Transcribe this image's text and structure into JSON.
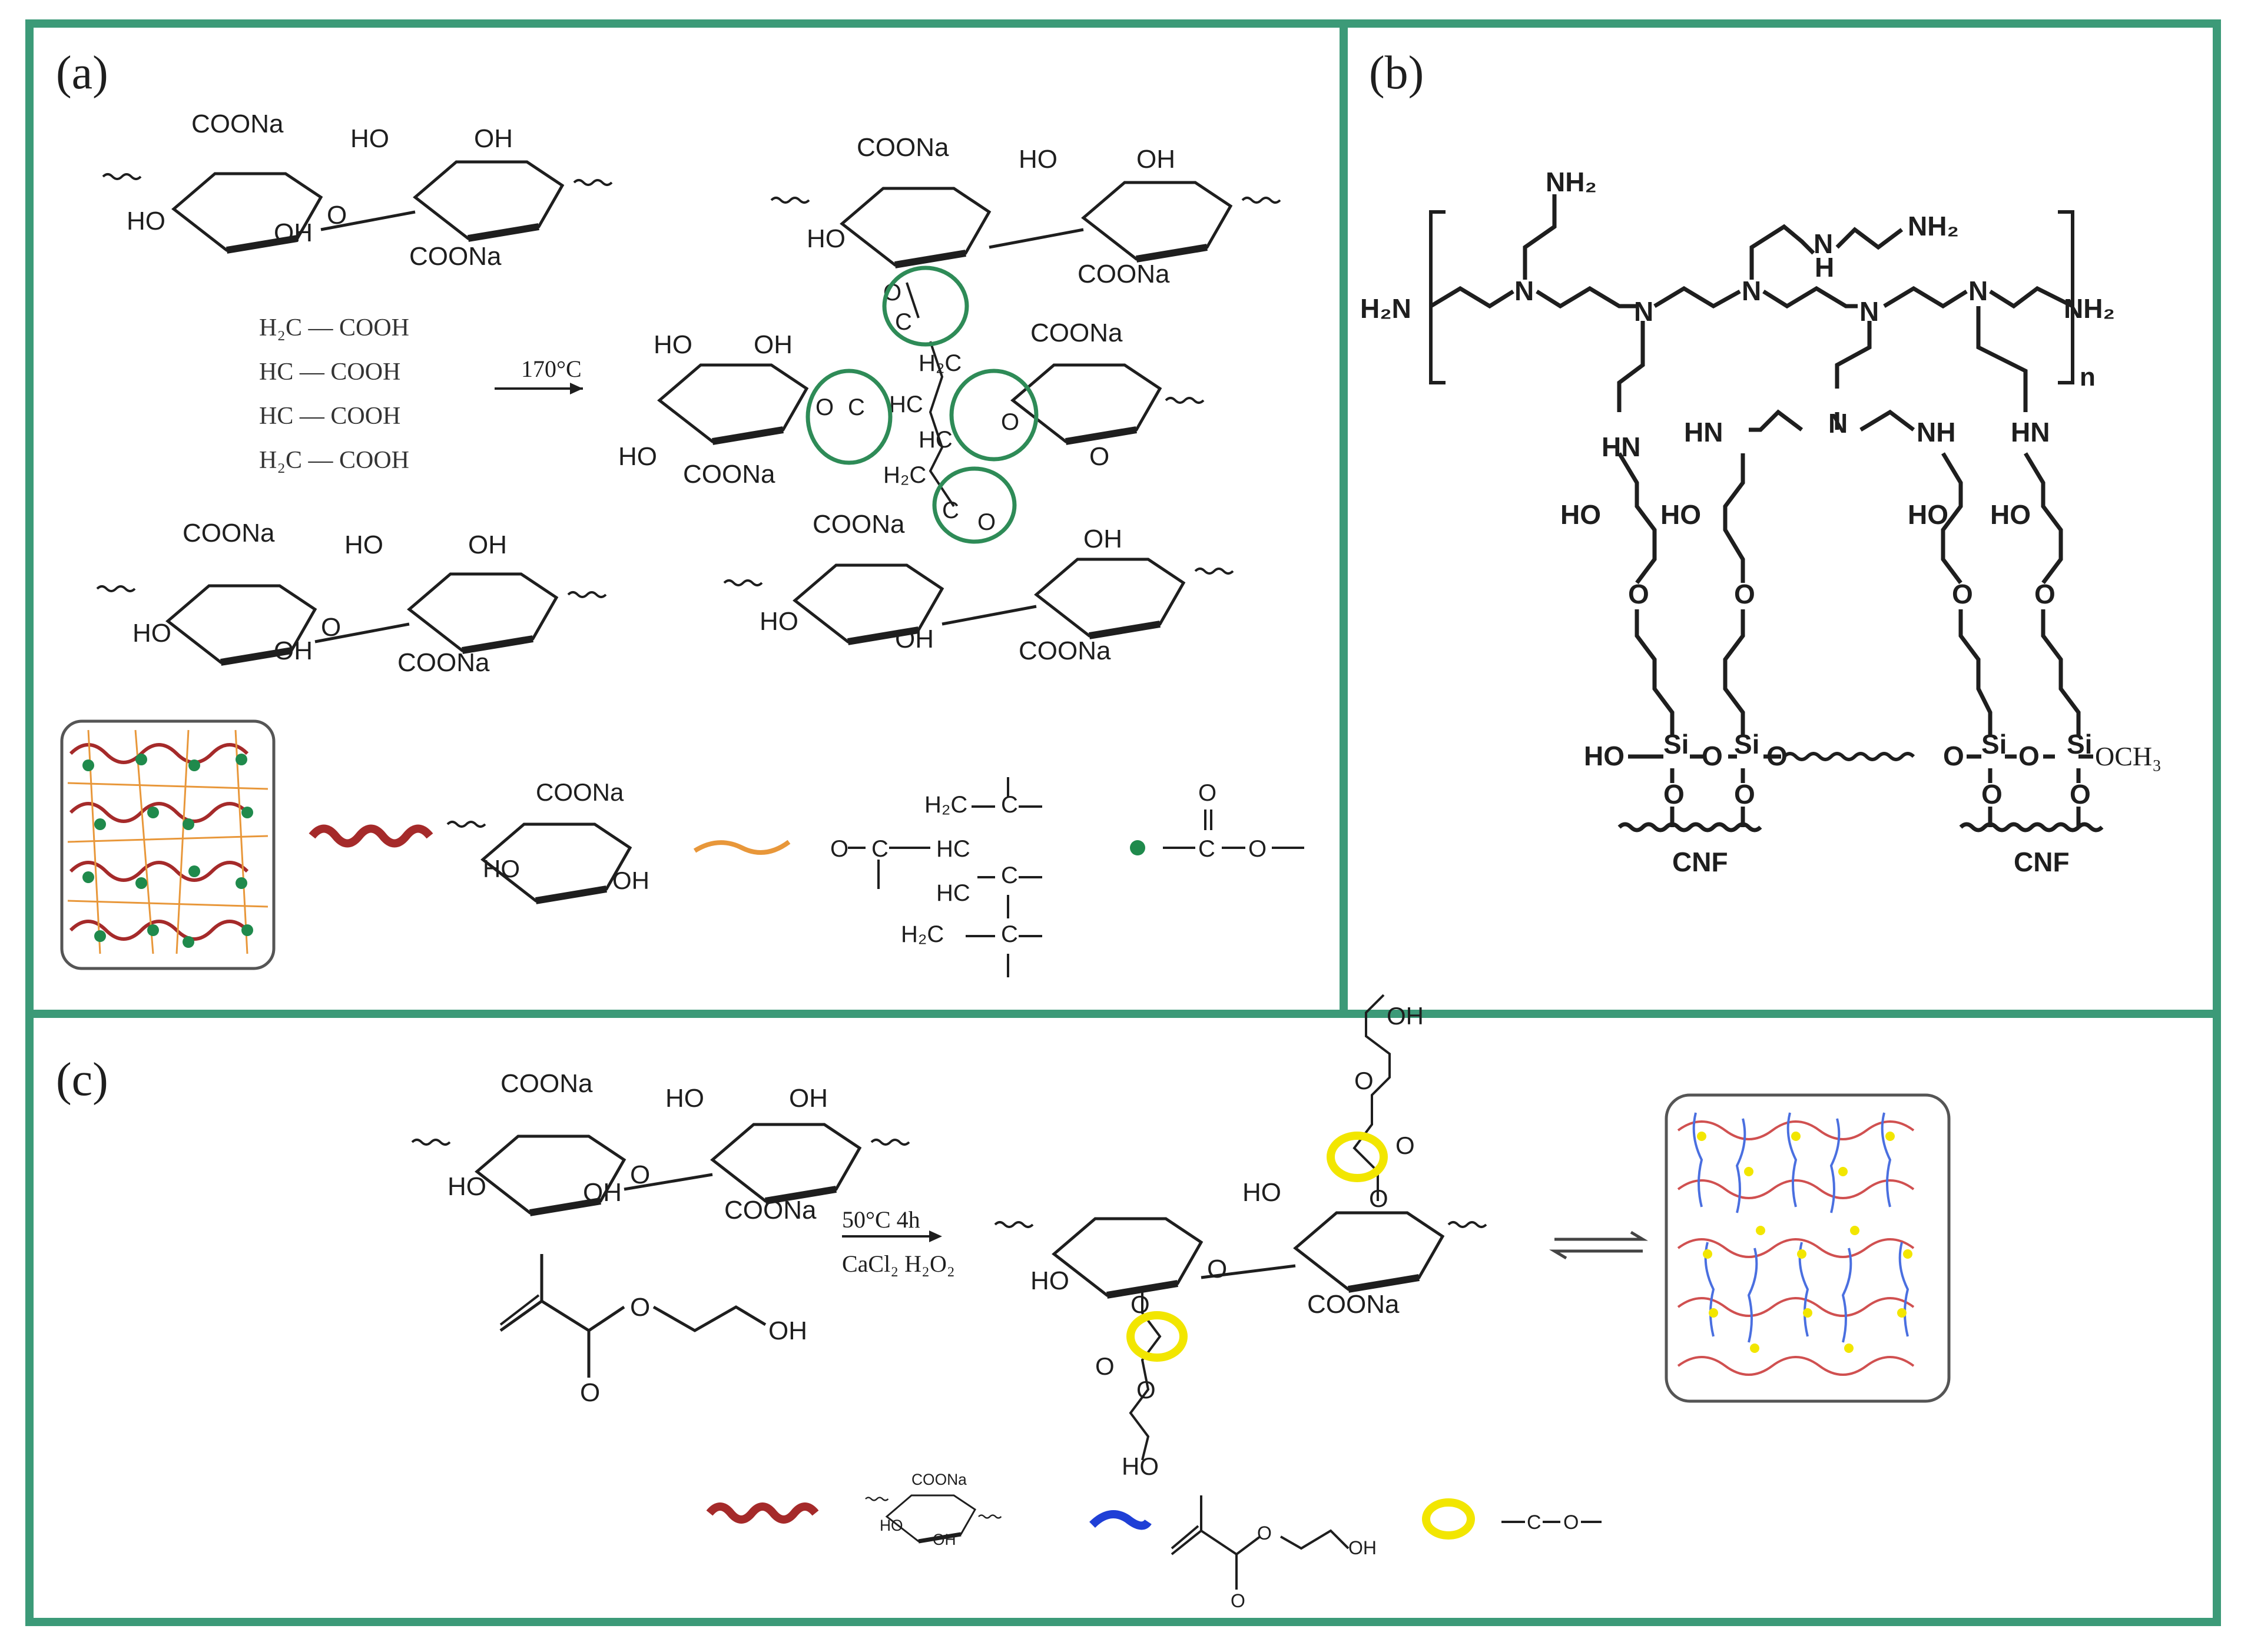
{
  "colors": {
    "frame": "#3c9a78",
    "ink": "#1e1e1e",
    "alginate_chain": "#a52a2a",
    "citrate_chain": "#e8973a",
    "ester_dot": "#1f8a4c",
    "ester_circle": "#2e8b57",
    "hema_chain": "#1f3fd6",
    "hema_ring": "#f2e600"
  },
  "panel_a": {
    "label": "(a)",
    "reaction_condition": "170°C",
    "citric_acid": [
      "H₂C — COOH",
      "HC — COOH",
      "HC — COOH",
      "H₂C — COOH"
    ],
    "groups": {
      "coona": "COONa",
      "oh": "OH",
      "ho": "HO",
      "o": "O",
      "c": "C",
      "hc": "HC",
      "h2c": "H₂C"
    },
    "legend_icons": [
      "red-wave",
      "orange-wave",
      "green-dot"
    ]
  },
  "panel_b": {
    "label": "(b)",
    "groups": {
      "nh2": "NH₂",
      "h2n": "H₂N",
      "n": "N",
      "h": "H",
      "hn": "HN",
      "nh": "NH",
      "ho": "HO",
      "o": "O",
      "si": "Si",
      "ho_si": "HO",
      "och3": "OCH₃",
      "sub_n": "n"
    },
    "substrate_label": "CNF"
  },
  "panel_c": {
    "label": "(c)",
    "condition_top": "50°C  4h",
    "condition_bottom": "CaCl₂  H₂O₂",
    "groups": {
      "coona": "COONa",
      "oh": "OH",
      "ho": "HO",
      "o": "O"
    },
    "legend_icons": [
      "red-wave",
      "blue-wave",
      "yellow-ring"
    ]
  }
}
